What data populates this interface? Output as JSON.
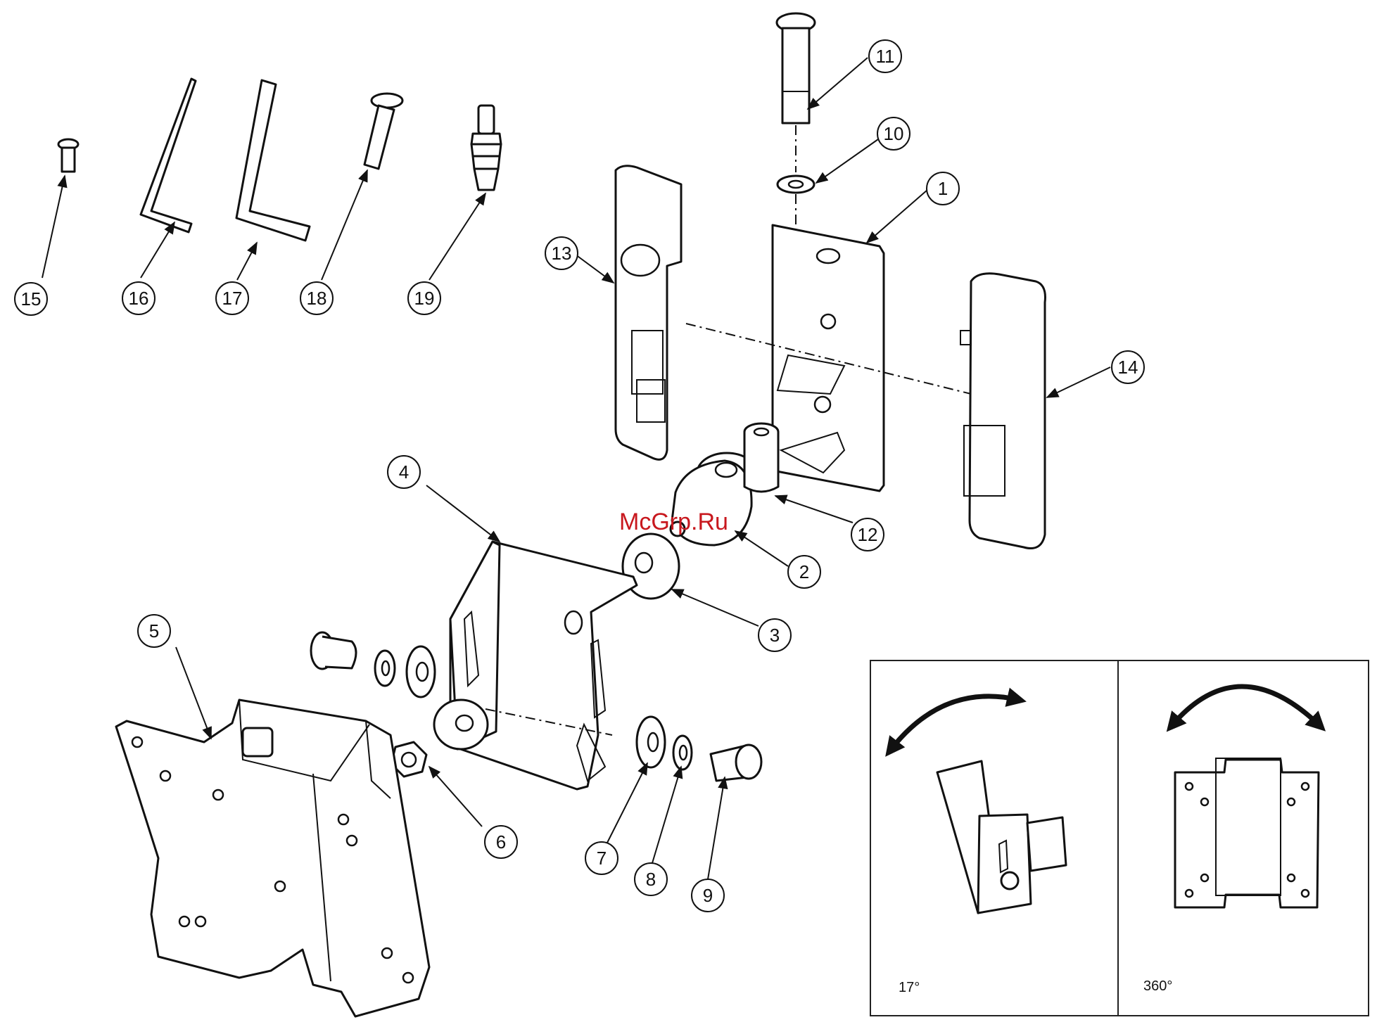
{
  "watermark": "McGrp.Ru",
  "callouts": [
    "1",
    "2",
    "3",
    "4",
    "5",
    "6",
    "7",
    "8",
    "9",
    "10",
    "11",
    "12",
    "13",
    "14",
    "15",
    "16",
    "17",
    "18",
    "19"
  ],
  "inset": {
    "tilt_angle": "17°",
    "rotate_angle": "360°"
  }
}
